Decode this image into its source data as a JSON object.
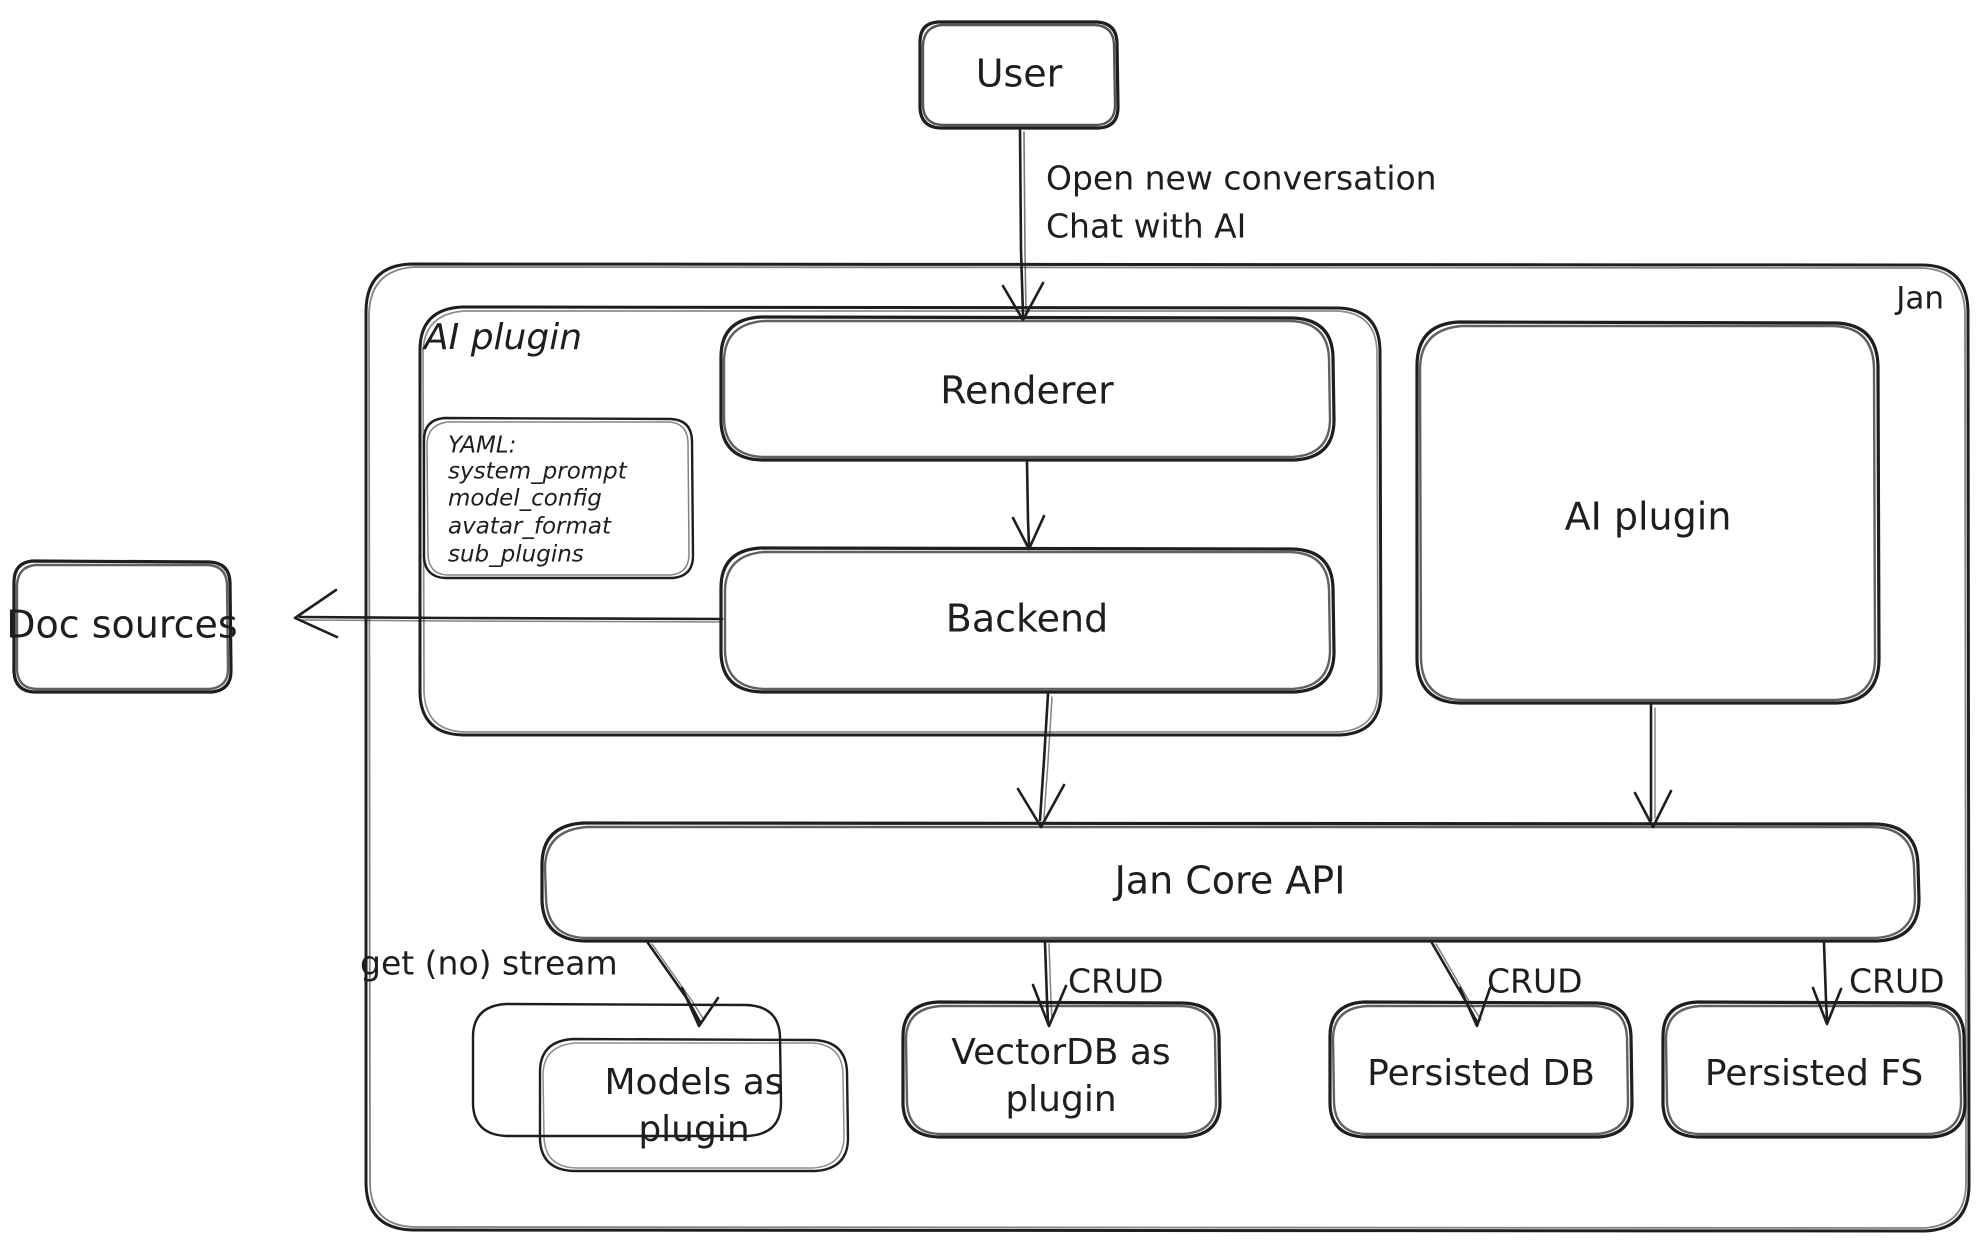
{
  "diagram": {
    "title": "Jan architecture diagram",
    "style": "hand-drawn",
    "background_color": "#ffffff",
    "stroke_color": "#1e1e1e",
    "containers": [
      {
        "id": "jan",
        "label": "Jan",
        "label_position": "top-right"
      },
      {
        "id": "ai-plugin-group",
        "label": "AI plugin",
        "label_position": "top-left"
      }
    ],
    "nodes": {
      "user": {
        "label": "User"
      },
      "renderer": {
        "label": "Renderer"
      },
      "backend": {
        "label": "Backend"
      },
      "ai_plugin": {
        "label": "AI plugin"
      },
      "doc_sources": {
        "label": "Doc sources"
      },
      "jan_core_api": {
        "label": "Jan Core API"
      },
      "models": {
        "label_line1": "Models as",
        "label_line2": "plugin"
      },
      "vectordb": {
        "label_line1": "VectorDB as",
        "label_line2": "plugin"
      },
      "persisted_db": {
        "label": "Persisted DB"
      },
      "persisted_fs": {
        "label": "Persisted FS"
      }
    },
    "yaml_card": {
      "title": "YAML:",
      "keys": [
        "system_prompt",
        "model_config",
        "avatar_format",
        "sub_plugins"
      ]
    },
    "edge_labels": {
      "user_to_renderer_line1": "Open new conversation",
      "user_to_renderer_line2": "Chat with AI",
      "core_to_models": "get (no) stream",
      "core_to_vectordb": "CRUD",
      "core_to_persisted_db": "CRUD",
      "core_to_persisted_fs": "CRUD"
    }
  }
}
